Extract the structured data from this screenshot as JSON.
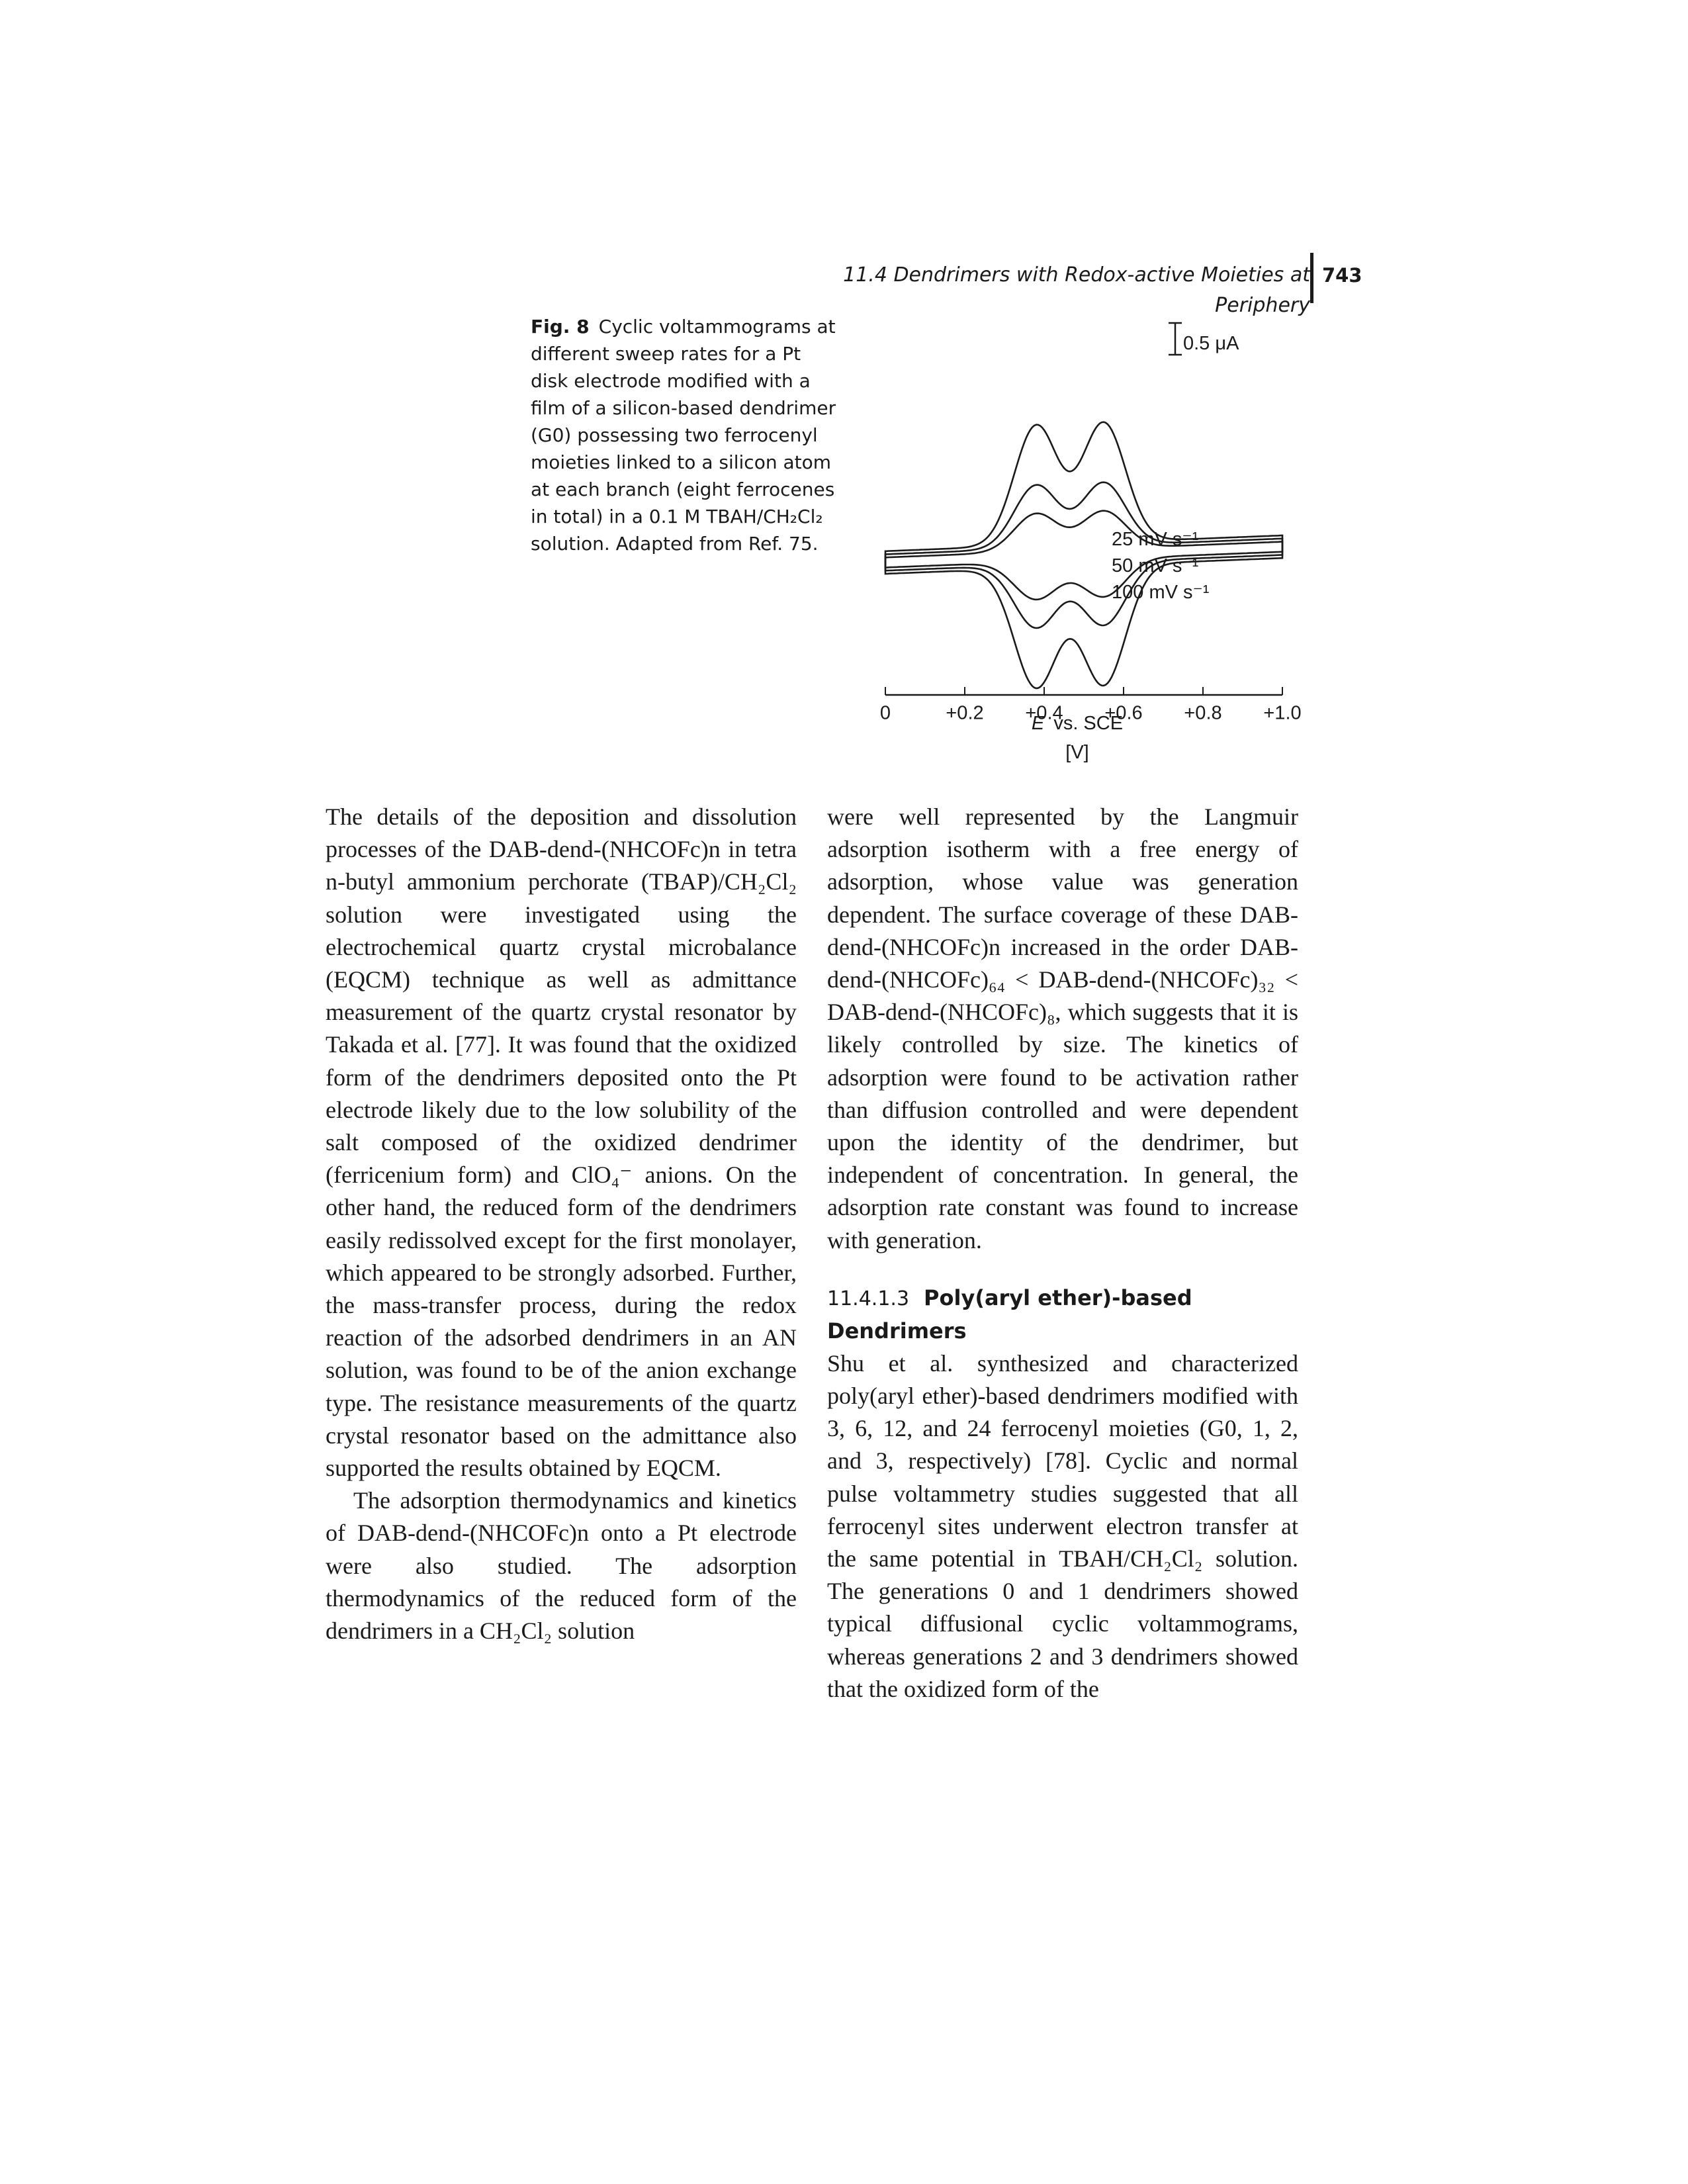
{
  "header": {
    "running_title": "11.4 Dendrimers with Redox-active Moieties at Periphery",
    "page_number": "743"
  },
  "caption": {
    "label": "Fig. 8",
    "text": "Cyclic voltammograms at different sweep rates for a Pt disk electrode modified with a film of a silicon-based dendrimer (G0) possessing two ferrocenyl moieties linked to a silicon atom at each branch (eight ferrocenes in total) in a 0.1 M TBAH/CH₂Cl₂ solution. Adapted from Ref. 75."
  },
  "chart_data": {
    "type": "line",
    "title": "",
    "xlabel": "E vs. SCE",
    "xunit": "[V]",
    "ylabel": "",
    "xlim": [
      0,
      1.0
    ],
    "xticks": [
      "0",
      "+0.2",
      "+0.4",
      "+0.6",
      "+0.8",
      "+1.0"
    ],
    "scale_bar": "0.5 μA",
    "peak_potentials_v": [
      0.38,
      0.55
    ],
    "series": [
      {
        "name": "25 mV s⁻¹",
        "anodic_peak_height": 0.6,
        "cathodic_peak_height": 0.6
      },
      {
        "name": "50 mV s⁻¹",
        "anodic_peak_height": 1.0,
        "cathodic_peak_height": 1.0
      },
      {
        "name": "100 mV s⁻¹",
        "anodic_peak_height": 1.9,
        "cathodic_peak_height": 1.9
      }
    ]
  },
  "left_column": {
    "p1": "The details of the deposition and dissolution processes of the DAB-dend-(NHCOFc)n in tetra n-butyl ammonium perchorate (TBAP)/CH₂Cl₂ solution were investigated using the electrochemical quartz crystal microbalance (EQCM) technique as well as admittance measurement of the quartz crystal resonator by Takada et al. [77]. It was found that the oxidized form of the dendrimers deposited onto the Pt electrode likely due to the low solubility of the salt composed of the oxidized dendrimer (ferricenium form) and ClO₄⁻ anions. On the other hand, the reduced form of the dendrimers easily redissolved except for the first monolayer, which appeared to be strongly adsorbed. Further, the mass-transfer process, during the redox reaction of the adsorbed dendrimers in an AN solution, was found to be of the anion exchange type. The resistance measurements of the quartz crystal resonator based on the admittance also supported the results obtained by EQCM.",
    "p2": "The adsorption thermodynamics and kinetics of DAB-dend-(NHCOFc)n onto a Pt electrode were also studied. The adsorption thermodynamics of the reduced form of the dendrimers in a CH₂Cl₂ solution"
  },
  "right_column": {
    "p1": "were well represented by the Langmuir adsorption isotherm with a free energy of adsorption, whose value was generation dependent. The surface coverage of these DAB-dend-(NHCOFc)n increased in the order DAB-dend-(NHCOFc)₆₄ < DAB-dend-(NHCOFc)₃₂ < DAB-dend-(NHCOFc)₈, which suggests that it is likely controlled by size. The kinetics of adsorption were found to be activation rather than diffusion controlled and were dependent upon the identity of the dendrimer, but independent of concentration. In general, the adsorption rate constant was found to increase with generation.",
    "section_number": "11.4.1.3",
    "section_title": "Poly(aryl ether)-based Dendrimers",
    "p2": "Shu et al. synthesized and characterized poly(aryl ether)-based dendrimers modified with 3, 6, 12, and 24 ferrocenyl moieties (G0, 1, 2, and 3, respectively) [78]. Cyclic and normal pulse voltammetry studies suggested that all ferrocenyl sites underwent electron transfer at the same potential in TBAH/CH₂Cl₂ solution. The generations 0 and 1 dendrimers showed typical diffusional cyclic voltammograms, whereas generations 2 and 3 dendrimers showed that the oxidized form of the"
  }
}
